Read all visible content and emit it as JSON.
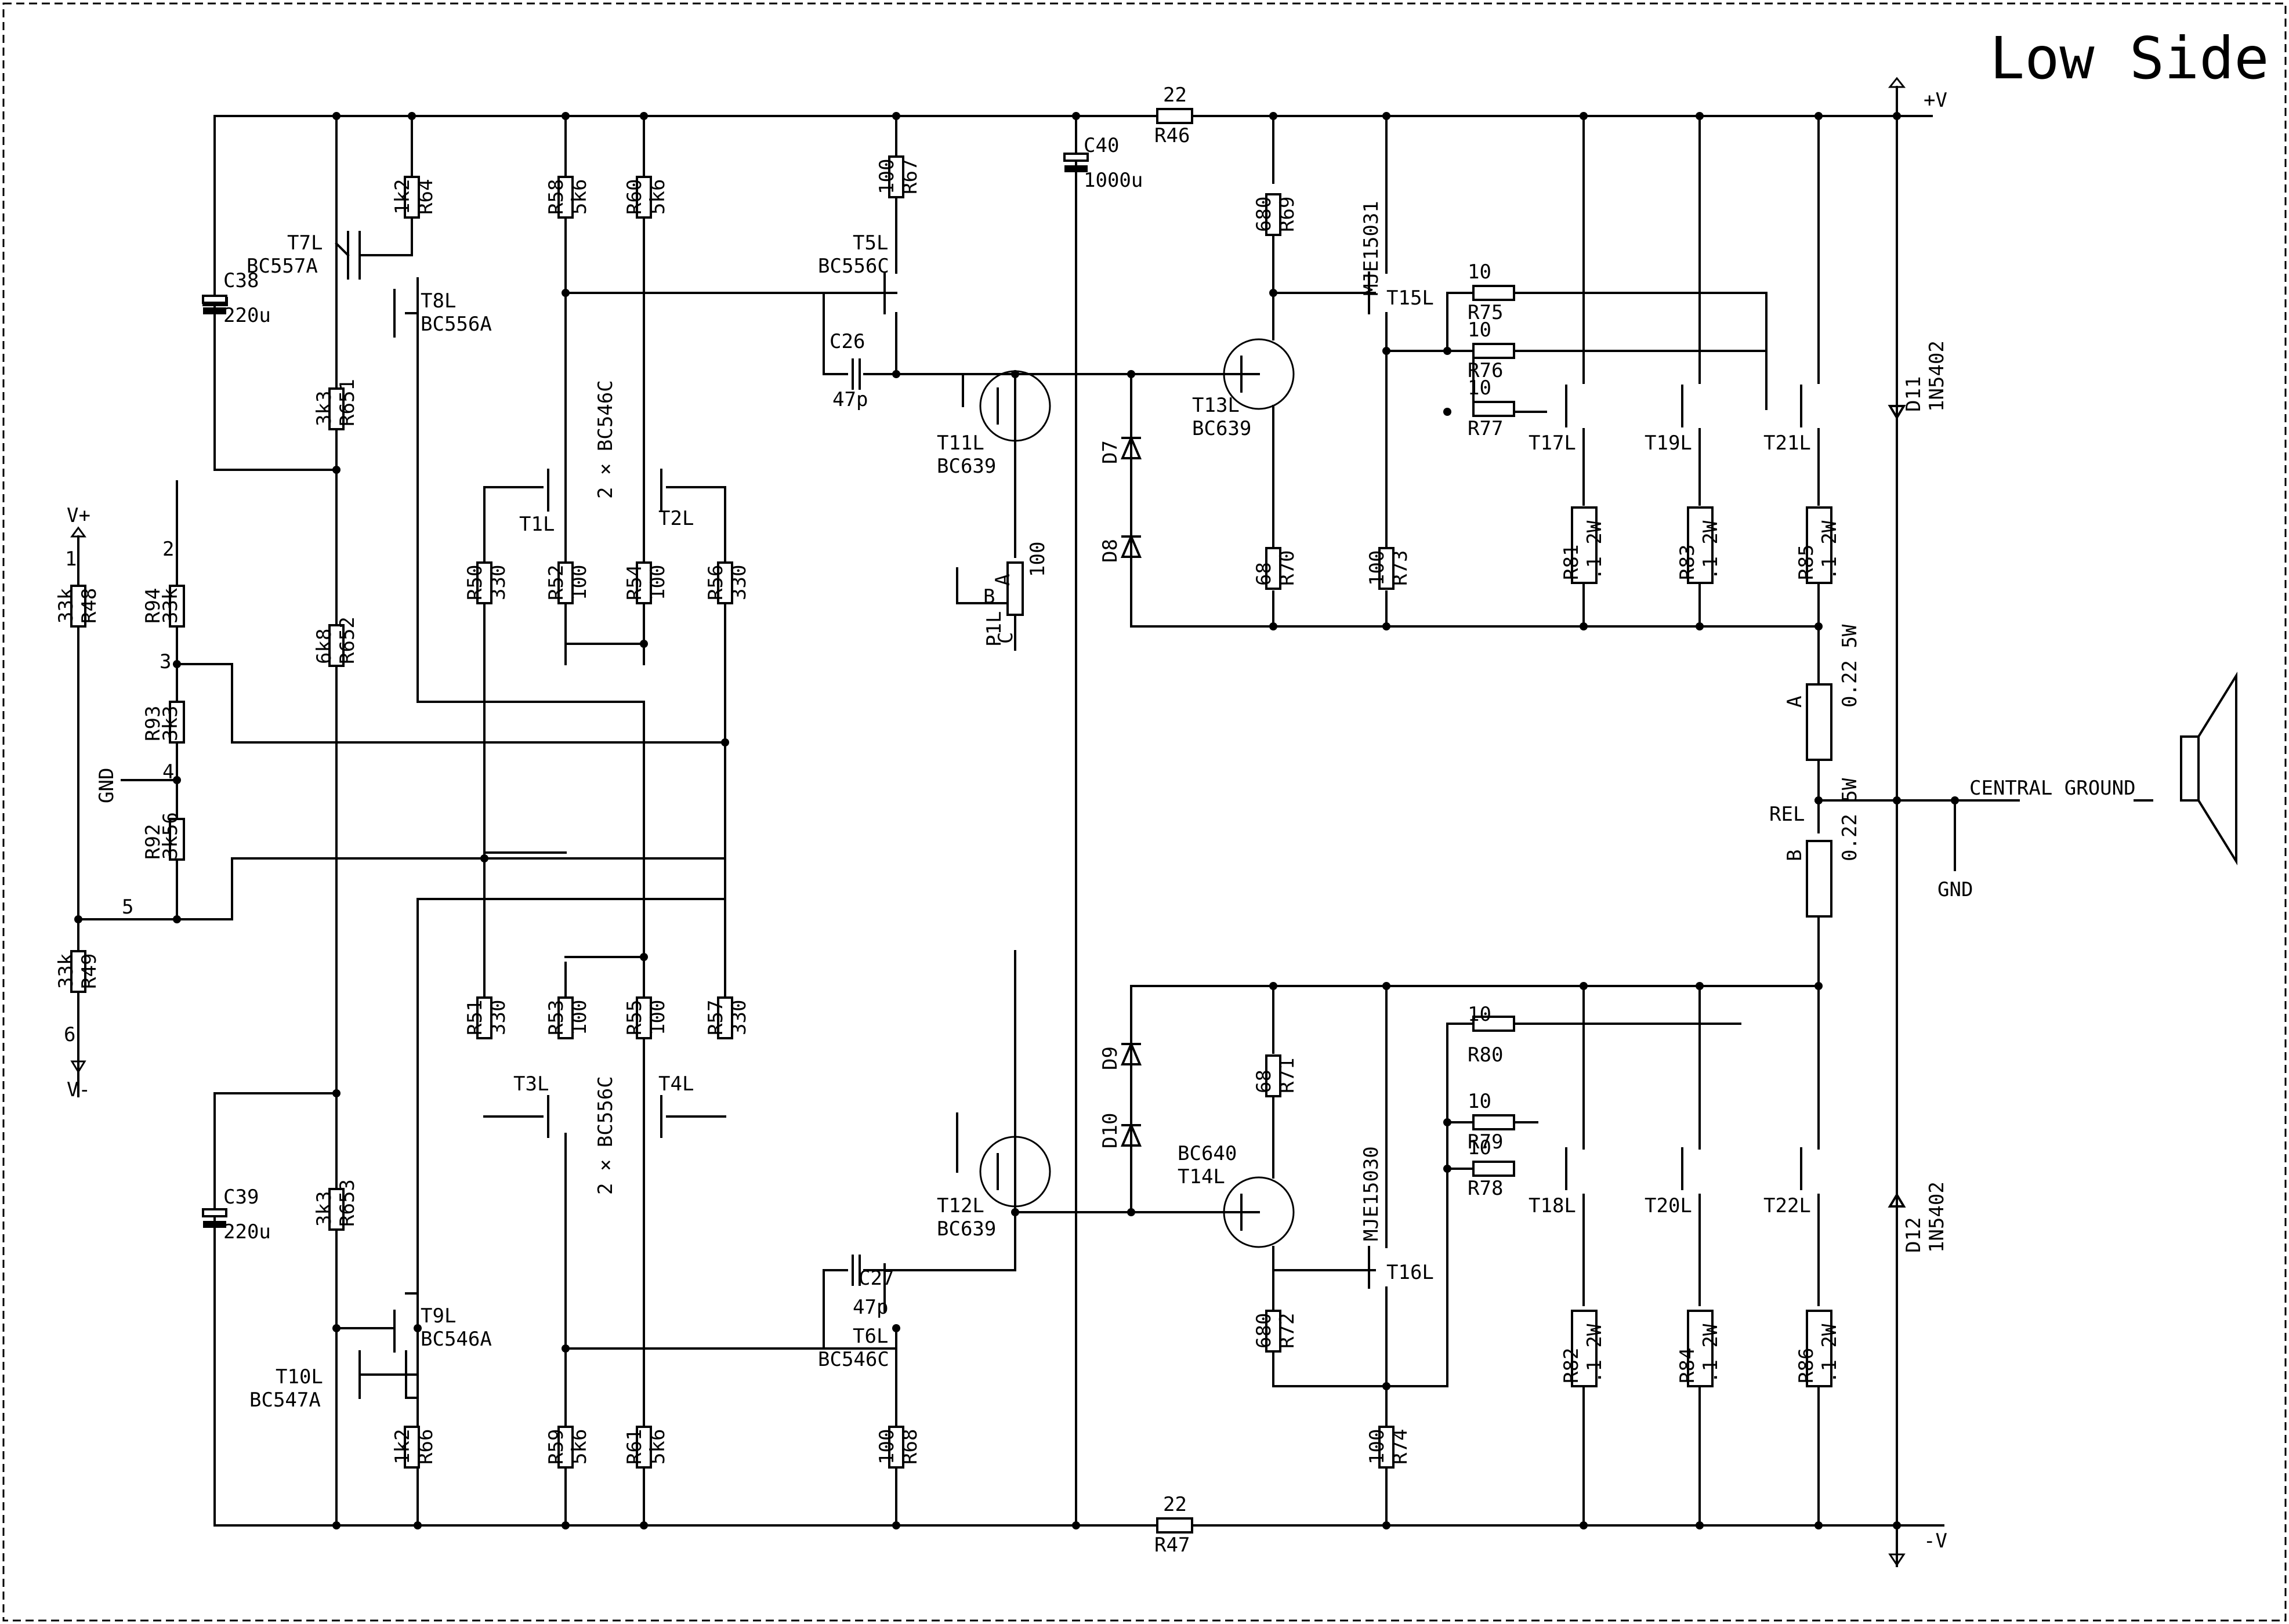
{
  "title": "Low Side",
  "rails": {
    "pos": "+V",
    "neg": "-V",
    "central": "CENTRAL GROUND",
    "gnd": "GND",
    "rel": "REL"
  },
  "connector": {
    "vplus": "V+",
    "vminus": "V-",
    "gnd": "GND",
    "pins": [
      "1",
      "2",
      "3",
      "4",
      "5",
      "6"
    ]
  },
  "components": [
    {
      "id": "R48",
      "value": "33k",
      "t": "res"
    },
    {
      "id": "R49",
      "value": "33k",
      "t": "res"
    },
    {
      "id": "R94",
      "value": "33k",
      "t": "res"
    },
    {
      "id": "R93",
      "value": "3k3",
      "t": "res"
    },
    {
      "id": "R92",
      "value": "3k56",
      "t": "res"
    },
    {
      "id": "R64",
      "value": "1k2",
      "t": "res"
    },
    {
      "id": "R651",
      "value": "3k3",
      "t": "res"
    },
    {
      "id": "R652",
      "value": "6k8",
      "t": "res"
    },
    {
      "id": "R653",
      "value": "3k3",
      "t": "res"
    },
    {
      "id": "R66",
      "value": "1k2",
      "t": "res"
    },
    {
      "id": "R58",
      "value": "5k6",
      "t": "res"
    },
    {
      "id": "R60",
      "value": "5k6",
      "t": "res"
    },
    {
      "id": "R59",
      "value": "5k6",
      "t": "res"
    },
    {
      "id": "R61",
      "value": "5k6",
      "t": "res"
    },
    {
      "id": "R50",
      "value": "330",
      "t": "res"
    },
    {
      "id": "R52",
      "value": "100",
      "t": "res"
    },
    {
      "id": "R54",
      "value": "100",
      "t": "res"
    },
    {
      "id": "R56",
      "value": "330",
      "t": "res"
    },
    {
      "id": "R51",
      "value": "330",
      "t": "res"
    },
    {
      "id": "R53",
      "value": "100",
      "t": "res"
    },
    {
      "id": "R55",
      "value": "100",
      "t": "res"
    },
    {
      "id": "R57",
      "value": "330",
      "t": "res"
    },
    {
      "id": "R67",
      "value": "100",
      "t": "res"
    },
    {
      "id": "R68",
      "value": "100",
      "t": "res"
    },
    {
      "id": "R69",
      "value": "680",
      "t": "res"
    },
    {
      "id": "R70",
      "value": "68",
      "t": "res"
    },
    {
      "id": "R71",
      "value": "68",
      "t": "res"
    },
    {
      "id": "R72",
      "value": "680",
      "t": "res"
    },
    {
      "id": "R73",
      "value": "100",
      "t": "res"
    },
    {
      "id": "R74",
      "value": "100",
      "t": "res"
    },
    {
      "id": "R75",
      "value": "10",
      "t": "res"
    },
    {
      "id": "R76",
      "value": "10",
      "t": "res"
    },
    {
      "id": "R77",
      "value": "10",
      "t": "res"
    },
    {
      "id": "R78",
      "value": "10",
      "t": "res"
    },
    {
      "id": "R79",
      "value": "10",
      "t": "res"
    },
    {
      "id": "R80",
      "value": "10",
      "t": "res"
    },
    {
      "id": "R81",
      "value": ".1 2W",
      "t": "res"
    },
    {
      "id": "R82",
      "value": ".1 2W",
      "t": "res"
    },
    {
      "id": "R83",
      "value": ".1 2W",
      "t": "res"
    },
    {
      "id": "R84",
      "value": ".1 2W",
      "t": "res"
    },
    {
      "id": "R85",
      "value": ".1 2W",
      "t": "res"
    },
    {
      "id": "R86",
      "value": ".1 2W",
      "t": "res"
    },
    {
      "id": "R46",
      "value": "22",
      "t": "res"
    },
    {
      "id": "R47",
      "value": "22",
      "t": "res"
    },
    {
      "id": "A",
      "value": "0.22 5W",
      "t": "res"
    },
    {
      "id": "B",
      "value": "0.22 5W",
      "t": "res"
    },
    {
      "id": "C38",
      "value": "220u",
      "t": "cap"
    },
    {
      "id": "C39",
      "value": "220u",
      "t": "cap"
    },
    {
      "id": "C40",
      "value": "1000u",
      "t": "cap"
    },
    {
      "id": "C26",
      "value": "47p",
      "t": "cap"
    },
    {
      "id": "C27",
      "value": "47p",
      "t": "cap"
    },
    {
      "id": "P1L",
      "value": "100",
      "t": "pot"
    },
    {
      "id": "D7",
      "value": "",
      "t": "diode"
    },
    {
      "id": "D8",
      "value": "",
      "t": "diode"
    },
    {
      "id": "D9",
      "value": "",
      "t": "diode"
    },
    {
      "id": "D10",
      "value": "",
      "t": "diode"
    },
    {
      "id": "D11",
      "value": "1N5402",
      "t": "diode"
    },
    {
      "id": "D12",
      "value": "1N5402",
      "t": "diode"
    },
    {
      "id": "T1L",
      "value": "",
      "t": "npn"
    },
    {
      "id": "T2L",
      "value": "",
      "t": "npn"
    },
    {
      "id": "T3L",
      "value": "",
      "t": "pnp"
    },
    {
      "id": "T4L",
      "value": "",
      "t": "pnp"
    },
    {
      "id": "T5L",
      "value": "BC556C",
      "t": "pnp"
    },
    {
      "id": "T6L",
      "value": "BC546C",
      "t": "npn"
    },
    {
      "id": "T7L",
      "value": "BC557A",
      "t": "pnp"
    },
    {
      "id": "T8L",
      "value": "BC556A",
      "t": "pnp"
    },
    {
      "id": "T9L",
      "value": "BC546A",
      "t": "npn"
    },
    {
      "id": "T10L",
      "value": "BC547A",
      "t": "npn"
    },
    {
      "id": "T11L",
      "value": "BC639",
      "t": "npn"
    },
    {
      "id": "T12L",
      "value": "BC639",
      "t": "npn"
    },
    {
      "id": "T13L",
      "value": "BC639",
      "t": "npn"
    },
    {
      "id": "T14L",
      "value": "BC640",
      "t": "pnp"
    },
    {
      "id": "T15L",
      "value": "MJE15031",
      "t": "pnp"
    },
    {
      "id": "T16L",
      "value": "MJE15030",
      "t": "npn"
    },
    {
      "id": "T17L",
      "value": "",
      "t": "npn"
    },
    {
      "id": "T18L",
      "value": "",
      "t": "pnp"
    },
    {
      "id": "T19L",
      "value": "",
      "t": "npn"
    },
    {
      "id": "T20L",
      "value": "",
      "t": "pnp"
    },
    {
      "id": "T21L",
      "value": "",
      "t": "npn"
    },
    {
      "id": "T22L",
      "value": "",
      "t": "pnp"
    }
  ],
  "notes": {
    "pair_top": "2 × BC546C",
    "pair_bottom": "2 × BC556C",
    "pot_pins": [
      "A",
      "B",
      "C"
    ]
  }
}
